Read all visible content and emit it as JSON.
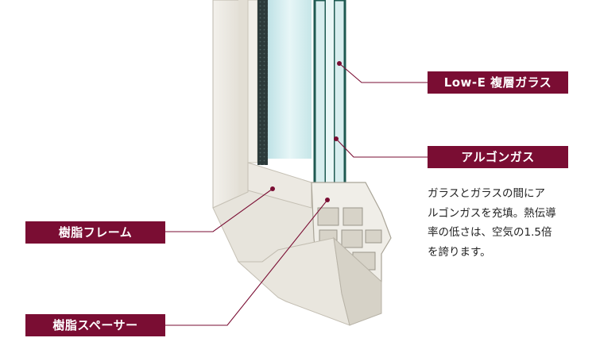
{
  "labels": {
    "low_e_glass": "Low-E 複層ガラス",
    "argon_gas": "アルゴンガス",
    "resin_frame": "樹脂フレーム",
    "resin_spacer": "樹脂スペーサー"
  },
  "description": {
    "lines": [
      "ガラスとガラスの間にア",
      "ルゴンガスを充填。熱伝導",
      "率の低さは、空気の1.5倍",
      "を誇ります。"
    ]
  },
  "colors": {
    "label_bg": "#7a0d33",
    "label_text": "#ffffff",
    "leader_line": "#7a0d33",
    "frame": "#e9e6dd",
    "frame_shade": "#cfcbc0",
    "glass_edge": "#1f5a52",
    "glass_fill": "#d4ecee",
    "sealant": "#1a2626",
    "spacer": "#f2c200"
  },
  "icons": [
    "window-cross-section-illustration"
  ]
}
